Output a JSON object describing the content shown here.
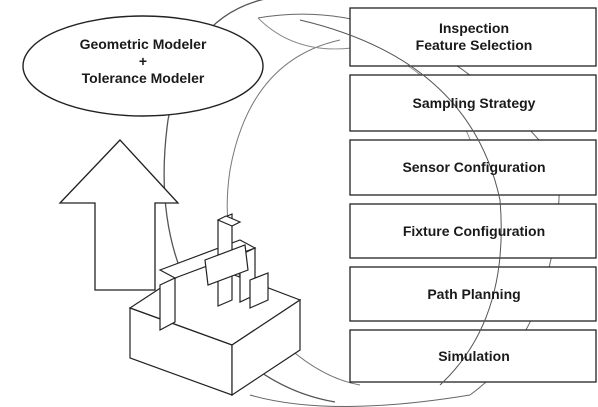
{
  "modeler": {
    "line1": "Geometric Modeler",
    "line2": "+",
    "line3": "Tolerance Modeler"
  },
  "steps": [
    {
      "line1": "Inspection",
      "line2": "Feature Selection"
    },
    {
      "line1": "Sampling Strategy"
    },
    {
      "line1": "Sensor Configuration"
    },
    {
      "line1": "Fixture Configuration"
    },
    {
      "line1": "Path Planning"
    },
    {
      "line1": "Simulation"
    }
  ]
}
